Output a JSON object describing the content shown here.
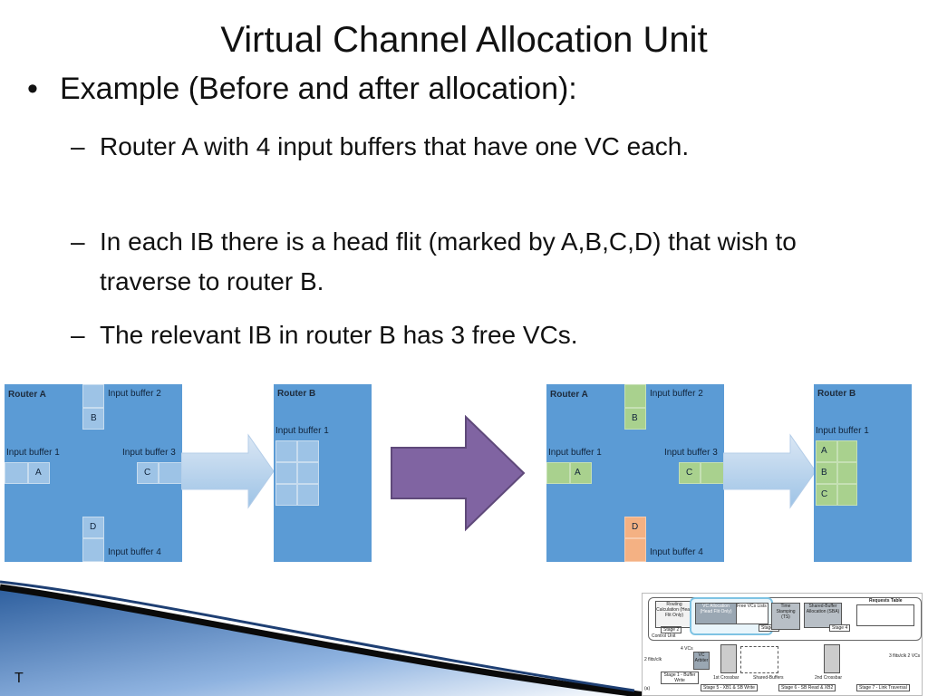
{
  "slide": {
    "title": "Virtual Channel Allocation Unit",
    "bullet": "Example (Before and after allocation):",
    "bullet_marker": "•",
    "sub_marker": "–",
    "sub_bullets": [
      "Router A with 4 input buffers that have one VC each.",
      "In each IB there is a head flit (marked by A,B,C,D) that wish to traverse to router B.",
      "The relevant IB in router B has 3 free VCs."
    ],
    "footer": "T"
  },
  "before": {
    "router_a": "Router A",
    "router_b": "Router B",
    "ib1": "Input buffer 1",
    "ib2": "Input buffer 2",
    "ib3": "Input buffer 3",
    "ib4": "Input buffer 4",
    "rb_ib1": "Input buffer 1",
    "flits": [
      "A",
      "B",
      "C",
      "D"
    ]
  },
  "after": {
    "router_a": "Router A",
    "router_b": "Router B",
    "ib1": "Input buffer 1",
    "ib2": "Input buffer 2",
    "ib3": "Input buffer 3",
    "ib4": "Input buffer 4",
    "rb_ib1": "Input buffer 1",
    "flits": [
      "A",
      "B",
      "C",
      "D"
    ],
    "rb_vcs": [
      "A",
      "B",
      "C"
    ]
  },
  "inset": {
    "routing": "Routing Calculation (Head Flit Only)",
    "stage2": "Stage 2",
    "vc_alloc": "VC Allocation (Head Flit Only)",
    "free_vcs": "Free VCs Lists",
    "stage3": "Stage 3",
    "time_stamp": "Time Stamping (TS)",
    "sba": "Shared-Buffer Allocation (SBA)",
    "stage4": "Stage 4",
    "requests_table": "Requests Table",
    "control_unit": "Control Unit",
    "vcs": "4 VCs",
    "flits_in": "2 flits/clk",
    "vc_arbiter": "VC Arbiter",
    "stage1": "Stage 1 - Buffer Write",
    "crossbar1": "1st Crossbar",
    "shared_buffers": "Shared-Buffers",
    "crossbar2": "2nd Crossbar",
    "flits_out": "3 flits/clk 2 VCs",
    "stage5": "Stage 5 - XB1 & SB Write",
    "stage6": "Stage 6 - SB Read & XB2",
    "stage7": "Stage 7 - Link Traversal",
    "label_a": "(a)"
  },
  "colors": {
    "router_fill": "#5b9bd5",
    "buffer_fill": "#9dc3e6",
    "allocated_fill": "#a9d18e",
    "blocked_fill": "#f4b183",
    "big_arrow": "#8064a2"
  }
}
